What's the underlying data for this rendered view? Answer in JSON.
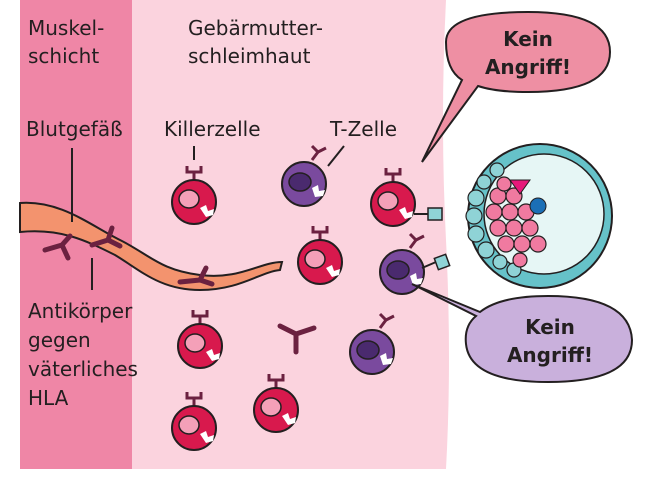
{
  "labels": {
    "muscle_line1": "Muskel-",
    "muscle_line2": "schicht",
    "uterus_line1": "Gebärmutter-",
    "uterus_line2": "schleimhaut",
    "blood_vessel": "Blutgefäß",
    "killer_cell": "Killerzelle",
    "t_cell": "T-Zelle",
    "antibody_line1": "Antikörper",
    "antibody_line2": "gegen",
    "antibody_line3": "väterliches",
    "antibody_line4": "HLA"
  },
  "bubbles": {
    "top_line1": "Kein",
    "top_line2": "Angriff!",
    "bottom_line1": "Kein",
    "bottom_line2": "Angriff!"
  },
  "colors": {
    "muscle_layer": "#ef86a6",
    "endometrium": "#fbd3de",
    "killer_cell": "#d8194d",
    "t_cell": "#7a4a9e",
    "blood_vessel": "#f3936e",
    "antibody": "#6b2140",
    "embryo_shell": "#66c2c9",
    "embryo_cells": "#f07aa0",
    "bubble_top": "#ee8fa3",
    "bubble_bottom": "#c9b0dc"
  }
}
